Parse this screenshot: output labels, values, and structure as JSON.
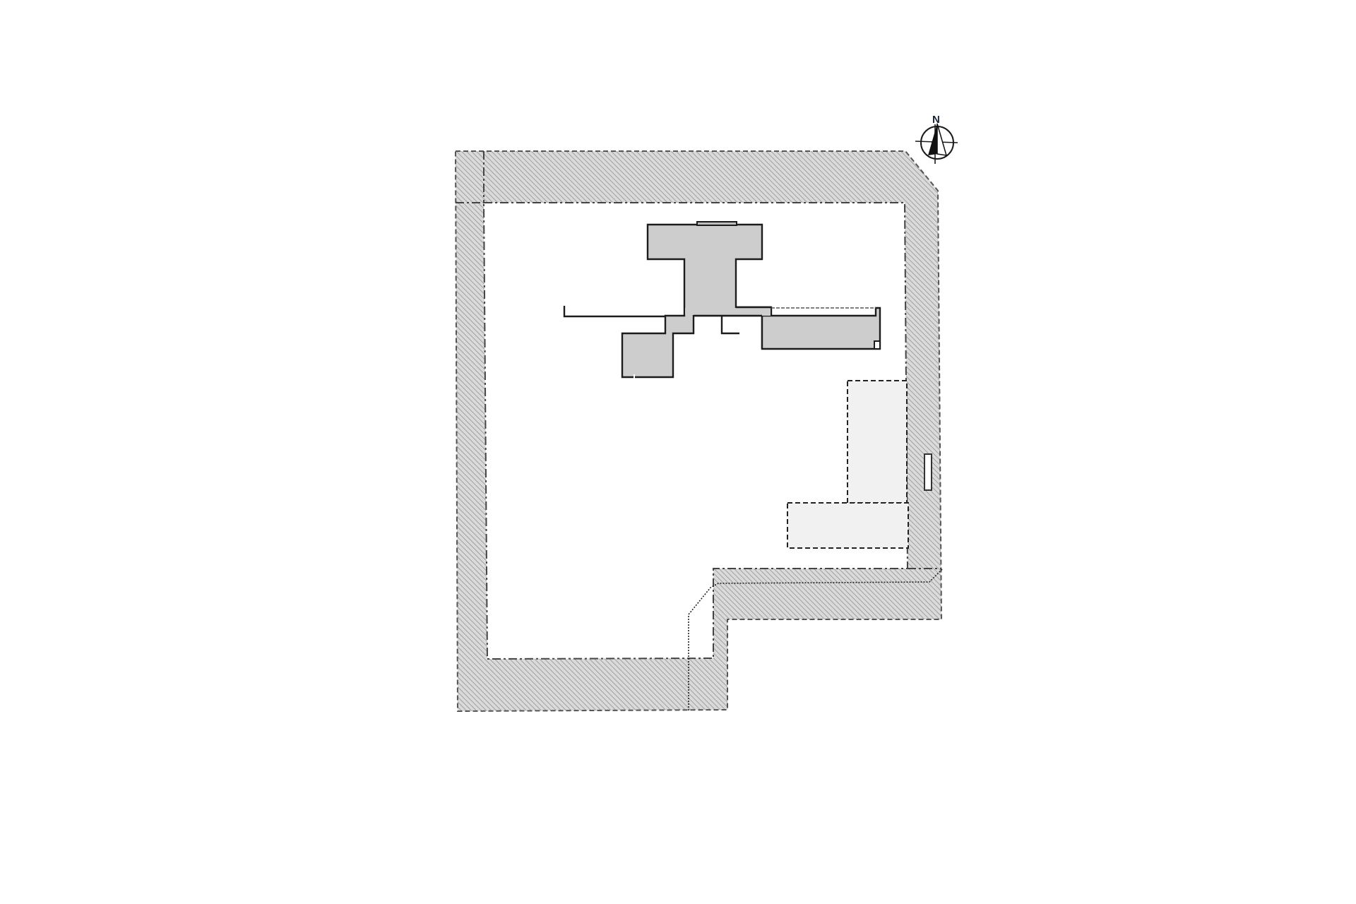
{
  "drawing": {
    "type": "site-plan",
    "background": "#ffffff",
    "colors": {
      "setback_fill": "#d2d2d2",
      "hatch_line": "#9a9a9a",
      "building_fill": "#cdcdcd",
      "outline": "#222222",
      "paved_fill": "#f1f1f1",
      "boundary_line": "#555555"
    }
  },
  "compass": {
    "label": "N",
    "icon": "north-arrow-icon"
  },
  "site": {
    "outer_boundary": "hatched setback band (property line dashed)",
    "inner_boundary": "dash-dot building line"
  },
  "building": {
    "description": "single-storey house footprint, gray fill"
  },
  "paved_areas": [
    {
      "name": "parking-area-upper"
    },
    {
      "name": "parking-area-lower"
    }
  ]
}
